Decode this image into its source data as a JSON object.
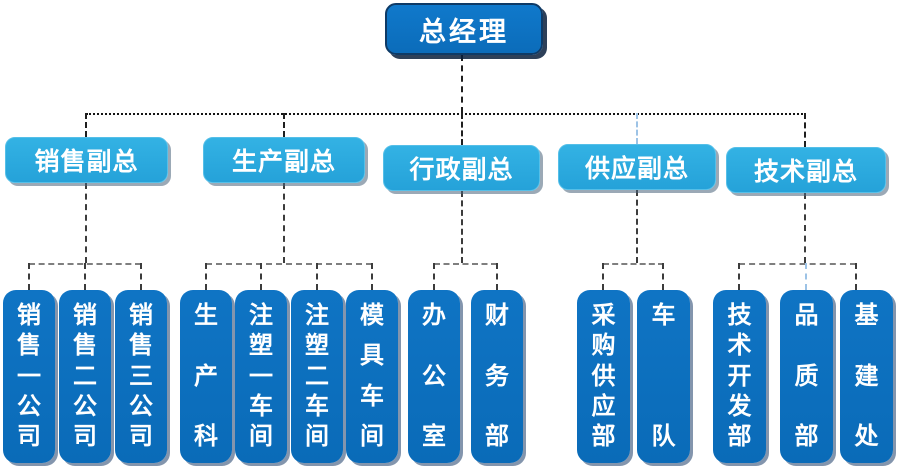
{
  "org_chart": {
    "root": {
      "label": "总经理"
    },
    "groups": [
      {
        "vp": {
          "label": "销售副总"
        },
        "children": [
          {
            "label": "销售一公司"
          },
          {
            "label": "销售二公司"
          },
          {
            "label": "销售三公司"
          }
        ]
      },
      {
        "vp": {
          "label": "生产副总"
        },
        "children": [
          {
            "label": "生产科"
          },
          {
            "label": "注塑一车间"
          },
          {
            "label": "注塑二车间"
          },
          {
            "label": "模具车间"
          }
        ]
      },
      {
        "vp": {
          "label": "行政副总"
        },
        "children": [
          {
            "label": "办公室"
          },
          {
            "label": "财务部"
          }
        ]
      },
      {
        "vp": {
          "label": "供应副总"
        },
        "children": [
          {
            "label": "采购供应部"
          },
          {
            "label": "车队"
          }
        ]
      },
      {
        "vp": {
          "label": "技术副总"
        },
        "children": [
          {
            "label": "技术开发部"
          },
          {
            "label": "品质部"
          },
          {
            "label": "基建处"
          }
        ]
      }
    ],
    "colors": {
      "node_dark_blue": "#0B70C0",
      "node_light_blue": "#29A9DE",
      "node_border_navy": "#0E3A66",
      "connector_black": "#1F1F1F",
      "connector_gray": "#7F7F7F",
      "connector_light_blue": "#9DC3E6",
      "text": "#FFFFFF",
      "background": "#FFFFFF"
    }
  }
}
